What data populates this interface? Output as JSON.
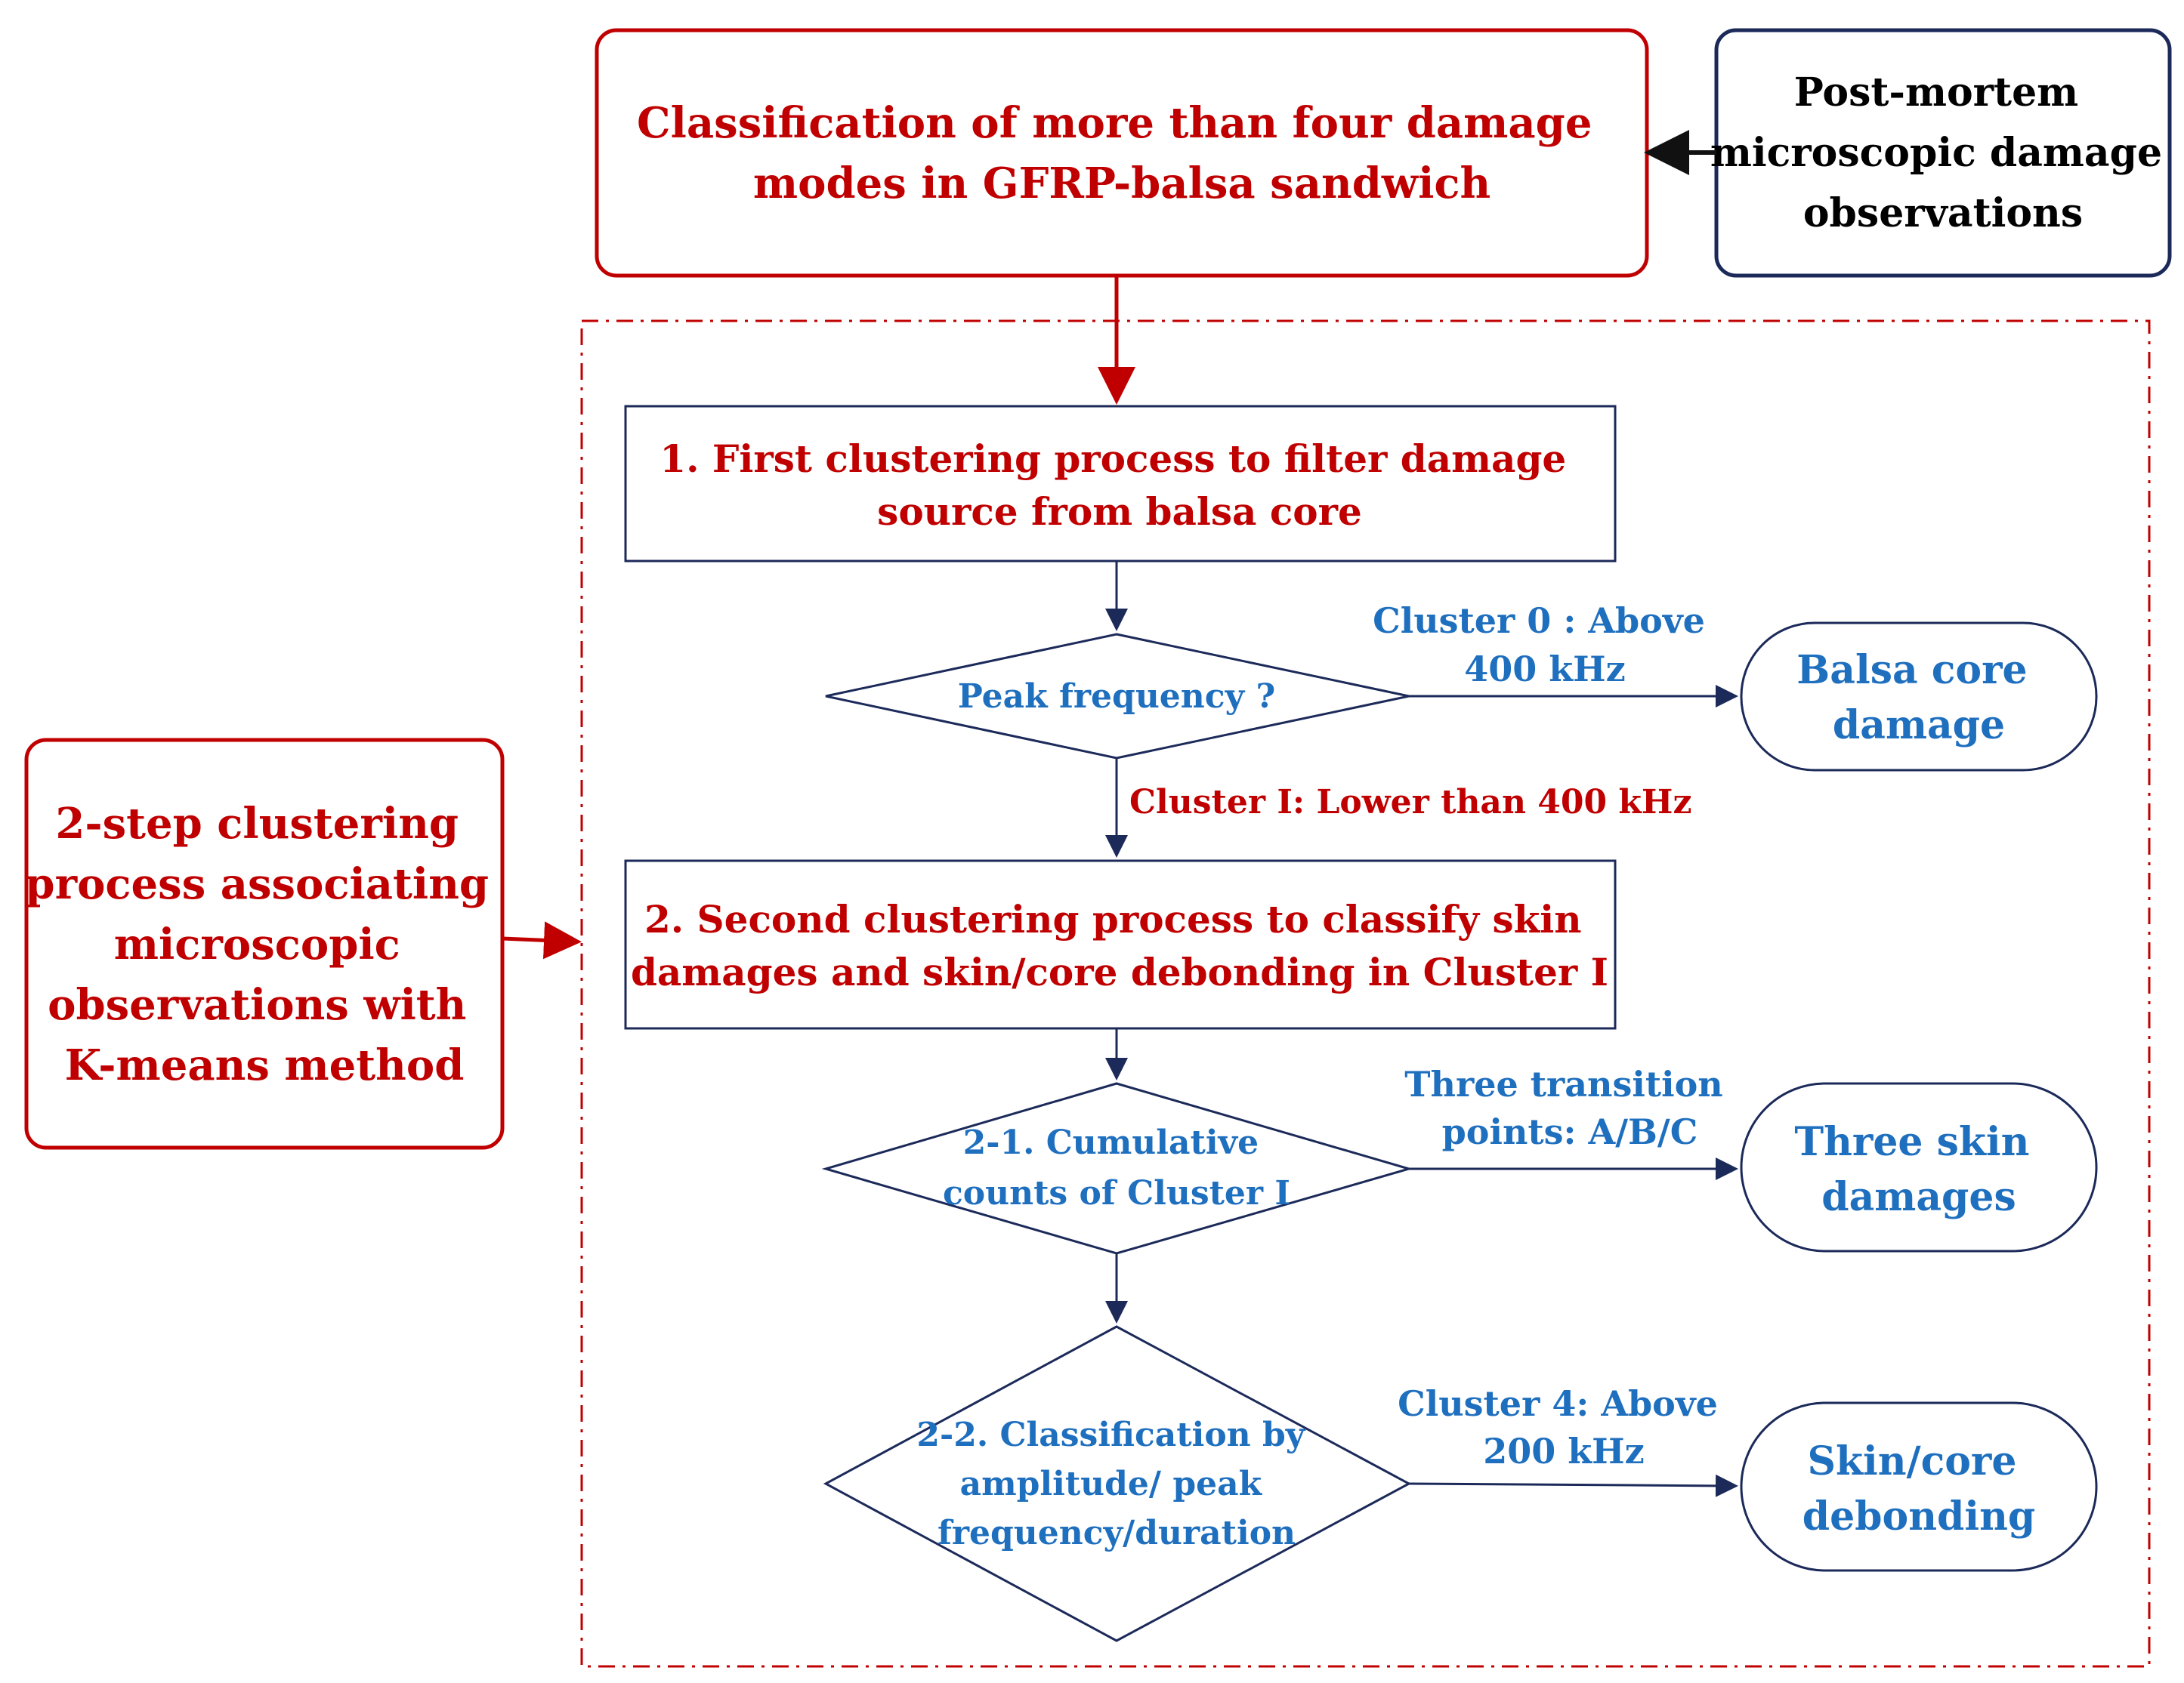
{
  "nodes": {
    "classification": {
      "lines": [
        "Classification of more than four damage",
        "modes in GFRP-balsa sandwich"
      ]
    },
    "postmortem": {
      "lines": [
        "Post-mortem",
        "microscopic damage",
        "observations"
      ]
    },
    "two_step": {
      "lines": [
        "2-step clustering",
        "process associating",
        "microscopic",
        "observations with",
        "K-means method"
      ]
    },
    "step1": {
      "lines": [
        "1. First clustering process to filter damage",
        "source  from balsa core"
      ]
    },
    "peak_frequency": {
      "lines": [
        "Peak frequency ?"
      ]
    },
    "balsa_core": {
      "lines": [
        "Balsa core",
        "damage"
      ]
    },
    "step2": {
      "lines": [
        "2. Second clustering process  to classify skin",
        "damages and skin/core debonding in Cluster I"
      ]
    },
    "step2_1": {
      "lines": [
        "2-1.  Cumulative",
        "counts of Cluster I"
      ]
    },
    "three_skin": {
      "lines": [
        "Three skin",
        "damages"
      ]
    },
    "step2_2": {
      "lines": [
        "2-2. Classification by",
        "amplitude/ peak",
        "frequency/duration"
      ]
    },
    "skin_core": {
      "lines": [
        "Skin/core",
        "debonding"
      ]
    }
  },
  "edge_labels": {
    "cluster0": {
      "lines": [
        "Cluster 0 : Above",
        "400 kHz"
      ]
    },
    "cluster1": {
      "lines": [
        "Cluster I: Lower than 400 kHz"
      ]
    },
    "transition": {
      "lines": [
        "Three transition",
        "points: A/B/C"
      ]
    },
    "cluster4": {
      "lines": [
        "Cluster 4:  Above",
        "200 kHz"
      ]
    }
  },
  "colors": {
    "red": "#c00000",
    "blue": "#1f6fbf",
    "navy": "#1c2a5a"
  }
}
